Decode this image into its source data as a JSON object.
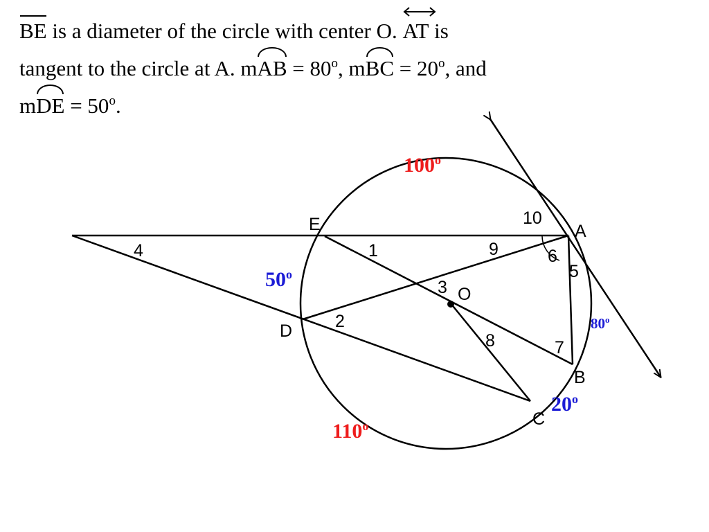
{
  "problem": {
    "seg_be": "BE",
    "text_1": " is a diameter of the circle with center O.  ",
    "seg_at": "AT",
    "text_2": " is",
    "text_3": "tangent to the circle at A.  m",
    "arc_ab": "AB",
    "text_4": " = 80",
    "deg_1": "o",
    "text_5": ", m",
    "arc_bc": "BC",
    "text_6": " = 20",
    "deg_2": "o",
    "text_7": ", and",
    "text_8": "m",
    "arc_de": "DE",
    "text_9": " = 50",
    "deg_3": "o",
    "text_10": "."
  },
  "points": {
    "A": "A",
    "B": "B",
    "C": "C",
    "D": "D",
    "E": "E",
    "O": "O"
  },
  "angles": [
    "1",
    "2",
    "3",
    "4",
    "5",
    "6",
    "7",
    "8",
    "9",
    "10"
  ],
  "arc_measures": [
    {
      "value": "100",
      "deg": "o",
      "color": "#ee1c1c"
    },
    {
      "value": "50",
      "deg": "o",
      "color": "#1c1cd6"
    },
    {
      "value": "80",
      "deg": "o",
      "color": "#1c1cd6"
    },
    {
      "value": "20",
      "deg": "o",
      "color": "#1c1cd6"
    },
    {
      "value": "110",
      "deg": "o",
      "color": "#ee1c1c"
    }
  ]
}
